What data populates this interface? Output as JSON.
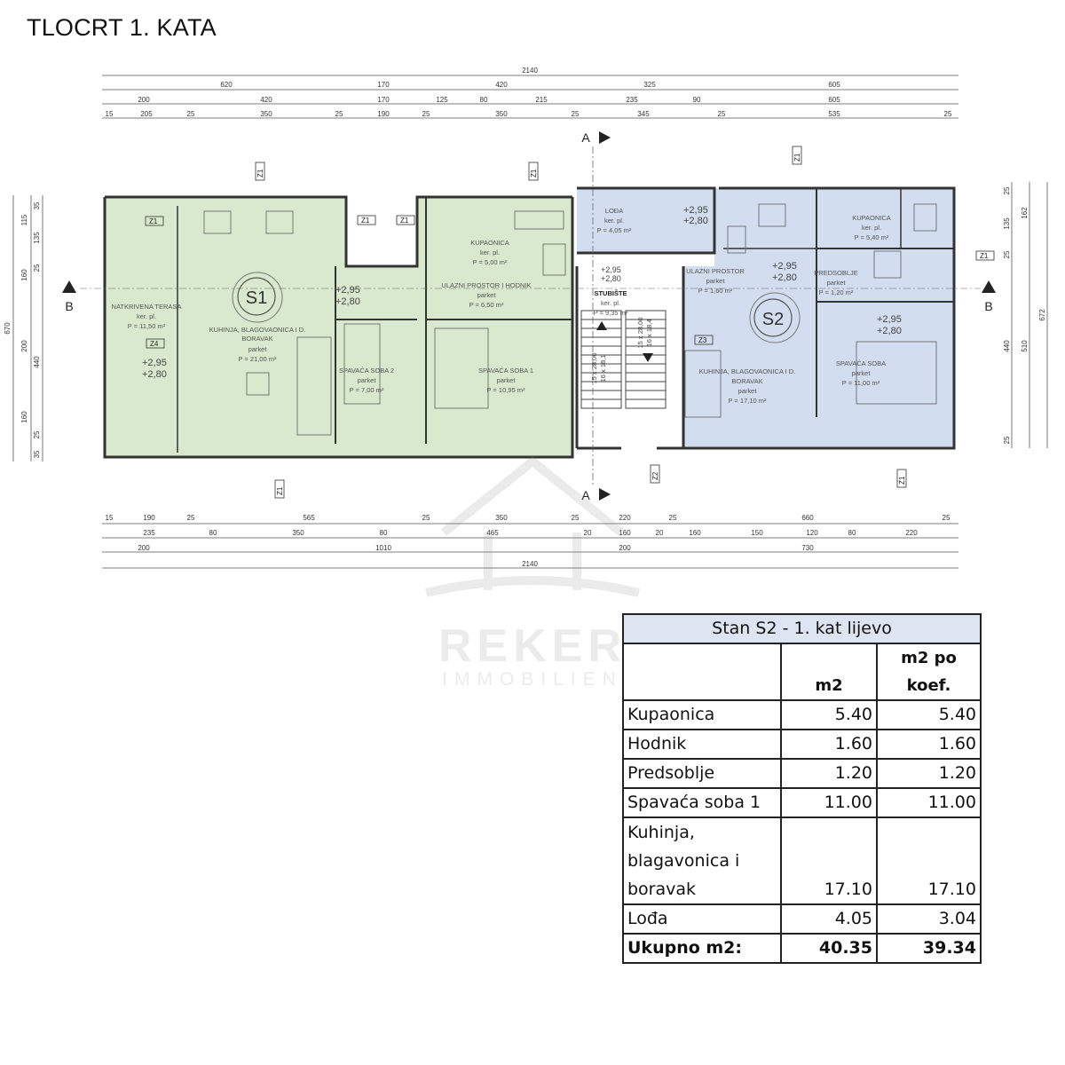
{
  "title": "TLOCRT 1. KATA",
  "brand": {
    "name": "REKER",
    "sub": "IMMOBILIEN"
  },
  "colors": {
    "unit_s1": "#cfe3c2",
    "unit_s2": "#c9d6ec",
    "table_header": "#dde5f2",
    "walls": "#333333"
  },
  "dimensions": {
    "top_overall": "2140",
    "top_row1": [
      "620",
      "170",
      "420",
      "325",
      "605"
    ],
    "top_row2": [
      "200",
      "420",
      "170",
      "125",
      "80",
      "215",
      "235",
      "90",
      "605"
    ],
    "top_row3": [
      "15",
      "205",
      "25",
      "350",
      "25",
      "190",
      "25",
      "350",
      "25",
      "345",
      "25",
      "535",
      "25"
    ],
    "bottom_row1": [
      "15",
      "190",
      "25",
      "565",
      "25",
      "350",
      "25",
      "220",
      "25",
      "660",
      "25"
    ],
    "bottom_row2": [
      "235",
      "80",
      "350",
      "80",
      "465",
      "20",
      "160",
      "20",
      "160",
      "150",
      "120",
      "80",
      "220"
    ],
    "bottom_row3": [
      "200",
      "1010",
      "200",
      "730"
    ],
    "bottom_overall": "2140",
    "left_col1": [
      "115",
      "160",
      "200",
      "160"
    ],
    "left_col2": [
      "35",
      "135",
      "25",
      "440",
      "25",
      "35"
    ],
    "left_overall": "670",
    "right_col1": [
      "25",
      "135",
      "25",
      "440",
      "25"
    ],
    "right_col2": [
      "162",
      "510"
    ],
    "right_overall": "672"
  },
  "section_marks": {
    "a": "A",
    "b": "B"
  },
  "units": {
    "s1": "S1",
    "s2": "S2"
  },
  "levels": {
    "top": "+2,95",
    "bottom": "+2,80"
  },
  "rooms": {
    "terasa": {
      "name": "NATKRIVENA TERASA",
      "floor": "ker. pl.",
      "area": "P = 11,50 m²"
    },
    "kuhinja_s1": {
      "name": "KUHINJA, BLAGOVAONICA I D.",
      "name2": "BORAVAK",
      "floor": "parket",
      "area": "P = 21,00 m²"
    },
    "kupaonica_s1": {
      "name": "KUPAONICA",
      "floor": "ker. pl.",
      "area": "P = 5,00 m²"
    },
    "ulazni_s1": {
      "name": "ULAZNI PROSTOR I HODNIK",
      "floor": "parket",
      "area": "P = 6,50 m²"
    },
    "spavaca2": {
      "name": "SPAVAĆA SOBA 2",
      "floor": "parket",
      "area": "P = 7,00 m²"
    },
    "spavaca1": {
      "name": "SPAVAĆA SOBA 1",
      "floor": "parket",
      "area": "P = 10,95 m²"
    },
    "stubiste": {
      "name": "STUBIŠTE",
      "floor": "ker. pl.",
      "area": "P = 9,35 m²"
    },
    "loda": {
      "name": "LOĐA",
      "floor": "ker. pl.",
      "area": "P = 4,05 m²"
    },
    "kupaonica_s2": {
      "name": "KUPAONICA",
      "floor": "ker. pl.",
      "area": "P = 5,40 m²"
    },
    "ulazni_s2": {
      "name": "ULAZNI PROSTOR",
      "floor": "parket",
      "area": "P = 1,60 m²"
    },
    "predsoblje": {
      "name": "PREDSOBLJE",
      "floor": "parket",
      "area": "P = 1,20 m²"
    },
    "kuhinja_s2": {
      "name": "KUHINJA, BLAGOVAONICA I D.",
      "name2": "BORAVAK",
      "floor": "parket",
      "area": "P = 17,10 m²"
    },
    "spavaca_s2": {
      "name": "SPAVAĆA SOBA",
      "floor": "parket",
      "area": "P = 11,00 m²"
    }
  },
  "stairs": {
    "run1": "15 x 28,00",
    "run1b": "16 x 18,1",
    "run2": "15 x 28,00",
    "run2b": "16 x 18,4"
  },
  "wall_tags": [
    "Z1",
    "Z2",
    "Z3",
    "Z4"
  ],
  "table": {
    "title": "Stan S2 - 1. kat lijevo",
    "headers": [
      "",
      "m2",
      "m2 po koef."
    ],
    "rows": [
      {
        "label": "Kupaonica",
        "m2": "5.40",
        "koef": "5.40"
      },
      {
        "label": "Hodnik",
        "m2": "1.60",
        "koef": "1.60"
      },
      {
        "label": "Predsoblje",
        "m2": "1.20",
        "koef": "1.20"
      },
      {
        "label": "Spavaća soba 1",
        "m2": "11.00",
        "koef": "11.00"
      },
      {
        "label_lines": [
          "Kuhinja,",
          "blagavonica i",
          "boravak"
        ],
        "m2": "17.10",
        "koef": "17.10"
      },
      {
        "label": "Lođa",
        "m2": "4.05",
        "koef": "3.04"
      }
    ],
    "total": {
      "label": "Ukupno m2:",
      "m2": "40.35",
      "koef": "39.34"
    }
  }
}
